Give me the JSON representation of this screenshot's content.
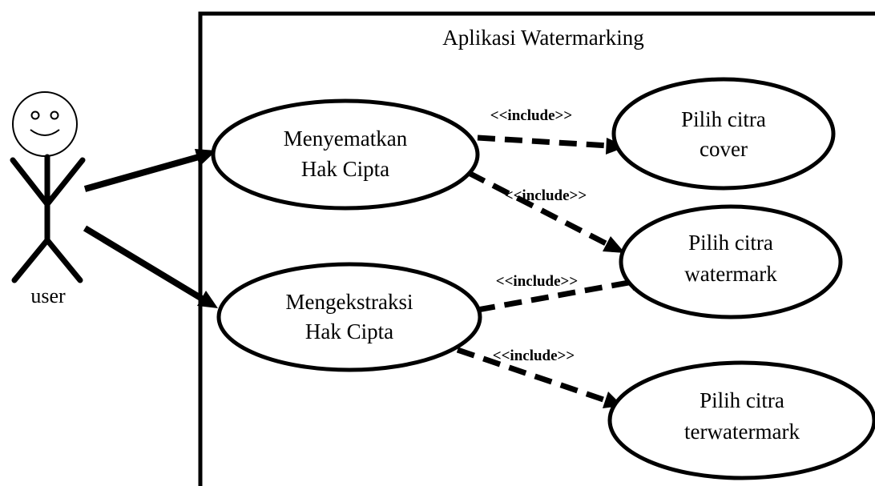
{
  "system": {
    "title": "Aplikasi Watermarking"
  },
  "actor": {
    "name": "user"
  },
  "use_cases": {
    "embed": {
      "line1": "Menyematkan",
      "line2": "Hak Cipta"
    },
    "extract": {
      "line1": "Mengekstraksi",
      "line2": "Hak Cipta"
    },
    "cover": {
      "line1": "Pilih citra",
      "line2": "cover"
    },
    "watermark": {
      "line1": "Pilih citra",
      "line2": "watermark"
    },
    "watermarked": {
      "line1": "Pilih citra",
      "line2": "terwatermark"
    }
  },
  "relations": {
    "embed_cover": "<<include>>",
    "embed_watermark": "<<include>>",
    "extract_watermark": "<<include>>",
    "extract_watermarked": "<<include>>"
  },
  "colors": {
    "ink": "#000000",
    "background": "#ffffff"
  }
}
